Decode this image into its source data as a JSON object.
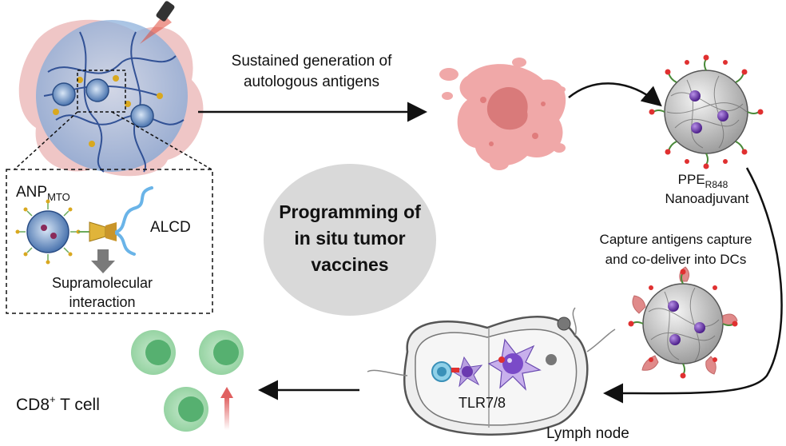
{
  "title": {
    "line1": "Programming of",
    "line2": "in situ tumor",
    "line3": "vaccines"
  },
  "arrows": {
    "top_label_line1": "Sustained generation of",
    "top_label_line2": "autologous antigens"
  },
  "inset": {
    "anp_main": "ANP",
    "anp_sub": "MTO",
    "alcd": "ALCD",
    "supra_line1": "Supramolecular",
    "supra_line2": "interaction"
  },
  "nanoadjuvant": {
    "ppe_main": "PPE",
    "ppe_sub": "R848",
    "name": "Nanoadjuvant"
  },
  "capture": {
    "line1": "Capture antigens capture",
    "line2": "and co-deliver into DCs"
  },
  "lymph": {
    "tlr": "TLR7/8",
    "node": "Lymph node"
  },
  "tcell": {
    "prefix": "CD8",
    "sup": "+",
    "suffix": " T cell"
  },
  "colors": {
    "tumor_pink": "#e8a3a3",
    "antigen_pink": "#ee9a9a",
    "center_ellipse": "#d8d8d8",
    "tcell_green": "#a8d8b0",
    "tcell_core": "#56b070",
    "dc_purple": "#8a5cc0",
    "nanoparticle_gray": "#cfcfcf",
    "red_dot": "#e03030",
    "green_chain": "#4a8a3a"
  }
}
